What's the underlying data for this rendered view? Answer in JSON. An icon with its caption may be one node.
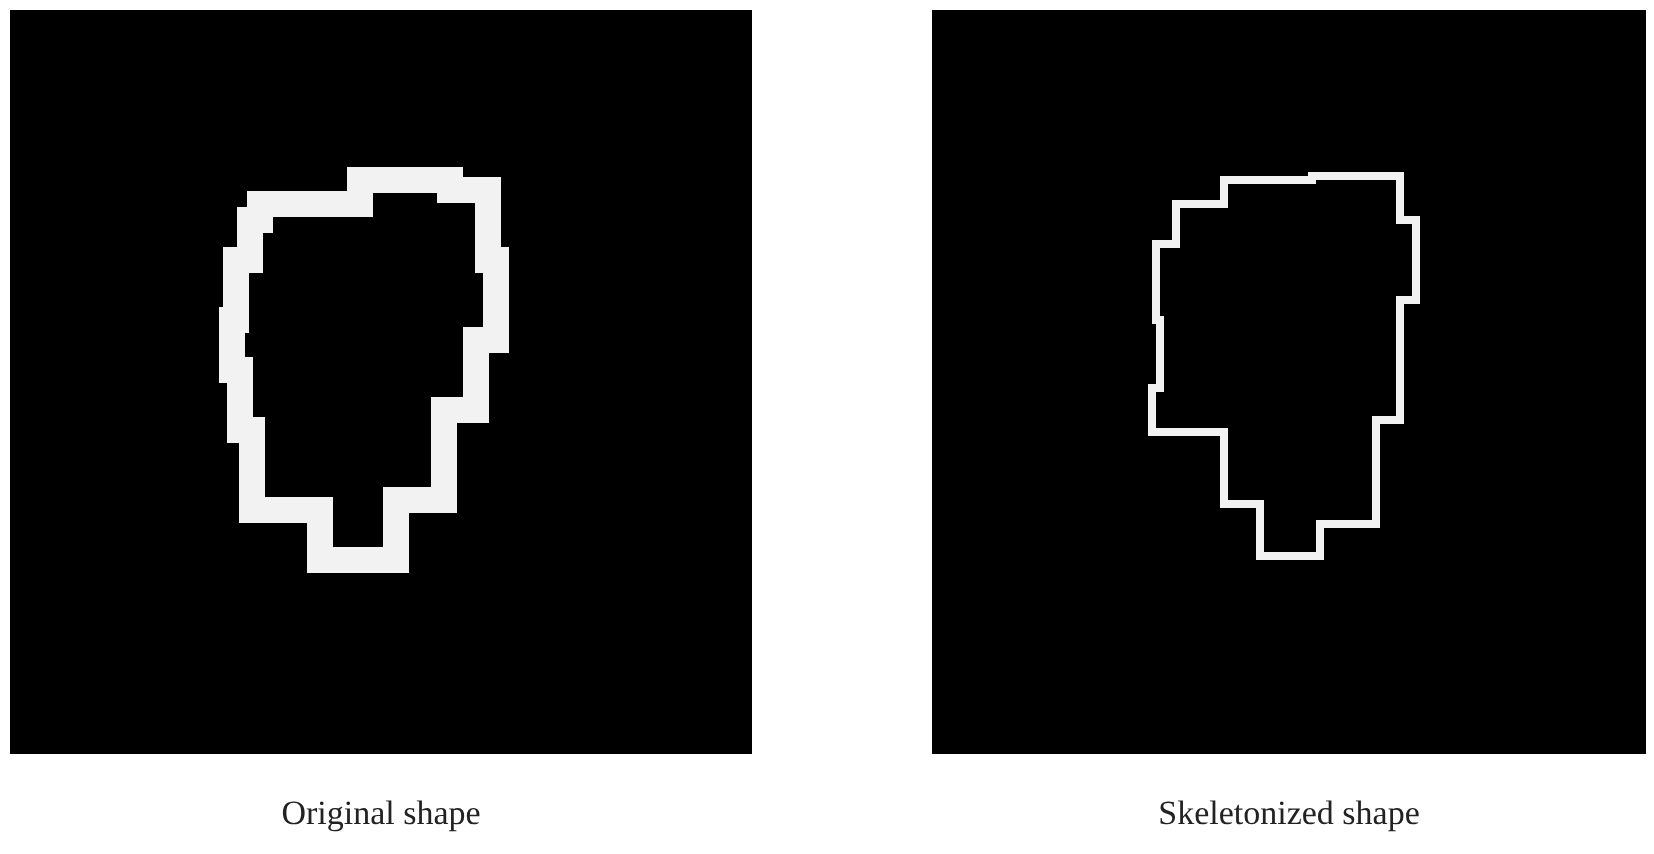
{
  "diagram": {
    "nodes": [
      {
        "text": [],
        "shape": "picture",
        "beside": [
          "Original shape"
        ]
      },
      {
        "text": [],
        "shape": "picture",
        "beside": [
          "Skeletonized shape"
        ]
      }
    ]
  }
}
